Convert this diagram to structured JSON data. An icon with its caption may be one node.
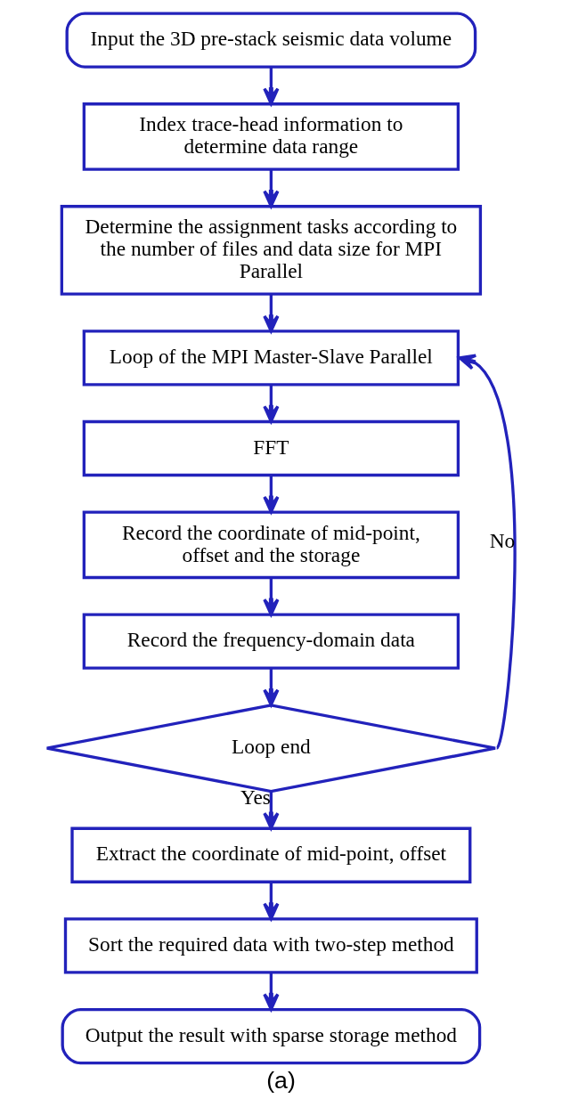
{
  "diagram": {
    "caption": "(a)",
    "nodes": [
      {
        "text": [
          "Input the 3D pre-stack seismic data volume"
        ]
      },
      {
        "text": [
          "Index trace-head information to determine data range"
        ]
      },
      {
        "text": [
          "Determine the assignment tasks according to the number of files and data size for MPI Parallel"
        ]
      },
      {
        "text": [
          "Loop of the MPI Master-Slave Parallel"
        ]
      },
      {
        "text": [
          "FFT"
        ]
      },
      {
        "text": [
          "Record the coordinate of mid-point, offset and the storage"
        ]
      },
      {
        "text": [
          "Record the frequency-domain data"
        ]
      },
      {
        "text": [
          "Loop end"
        ]
      },
      {
        "text": [
          "Extract the coordinate of mid-point, offset"
        ]
      },
      {
        "text": [
          "Sort the required data with two-step method"
        ]
      },
      {
        "text": [
          "Output the result with sparse storage method"
        ]
      }
    ],
    "edges": [
      {
        "from": 0,
        "to": 1,
        "arrow": "to"
      },
      {
        "from": 1,
        "to": 2,
        "arrow": "to"
      },
      {
        "from": 2,
        "to": 3,
        "arrow": "to"
      },
      {
        "from": 3,
        "to": 4,
        "arrow": "to"
      },
      {
        "from": 4,
        "to": 5,
        "arrow": "to"
      },
      {
        "from": 5,
        "to": 6,
        "arrow": "to"
      },
      {
        "from": 6,
        "to": 7,
        "arrow": "to"
      },
      {
        "from": 7,
        "to": 3,
        "arrow": "to",
        "label": "No"
      },
      {
        "from": 7,
        "to": 8,
        "arrow": "to",
        "label": "Yes"
      },
      {
        "from": 8,
        "to": 9,
        "arrow": "to"
      },
      {
        "from": 9,
        "to": 10,
        "arrow": "to"
      }
    ]
  }
}
